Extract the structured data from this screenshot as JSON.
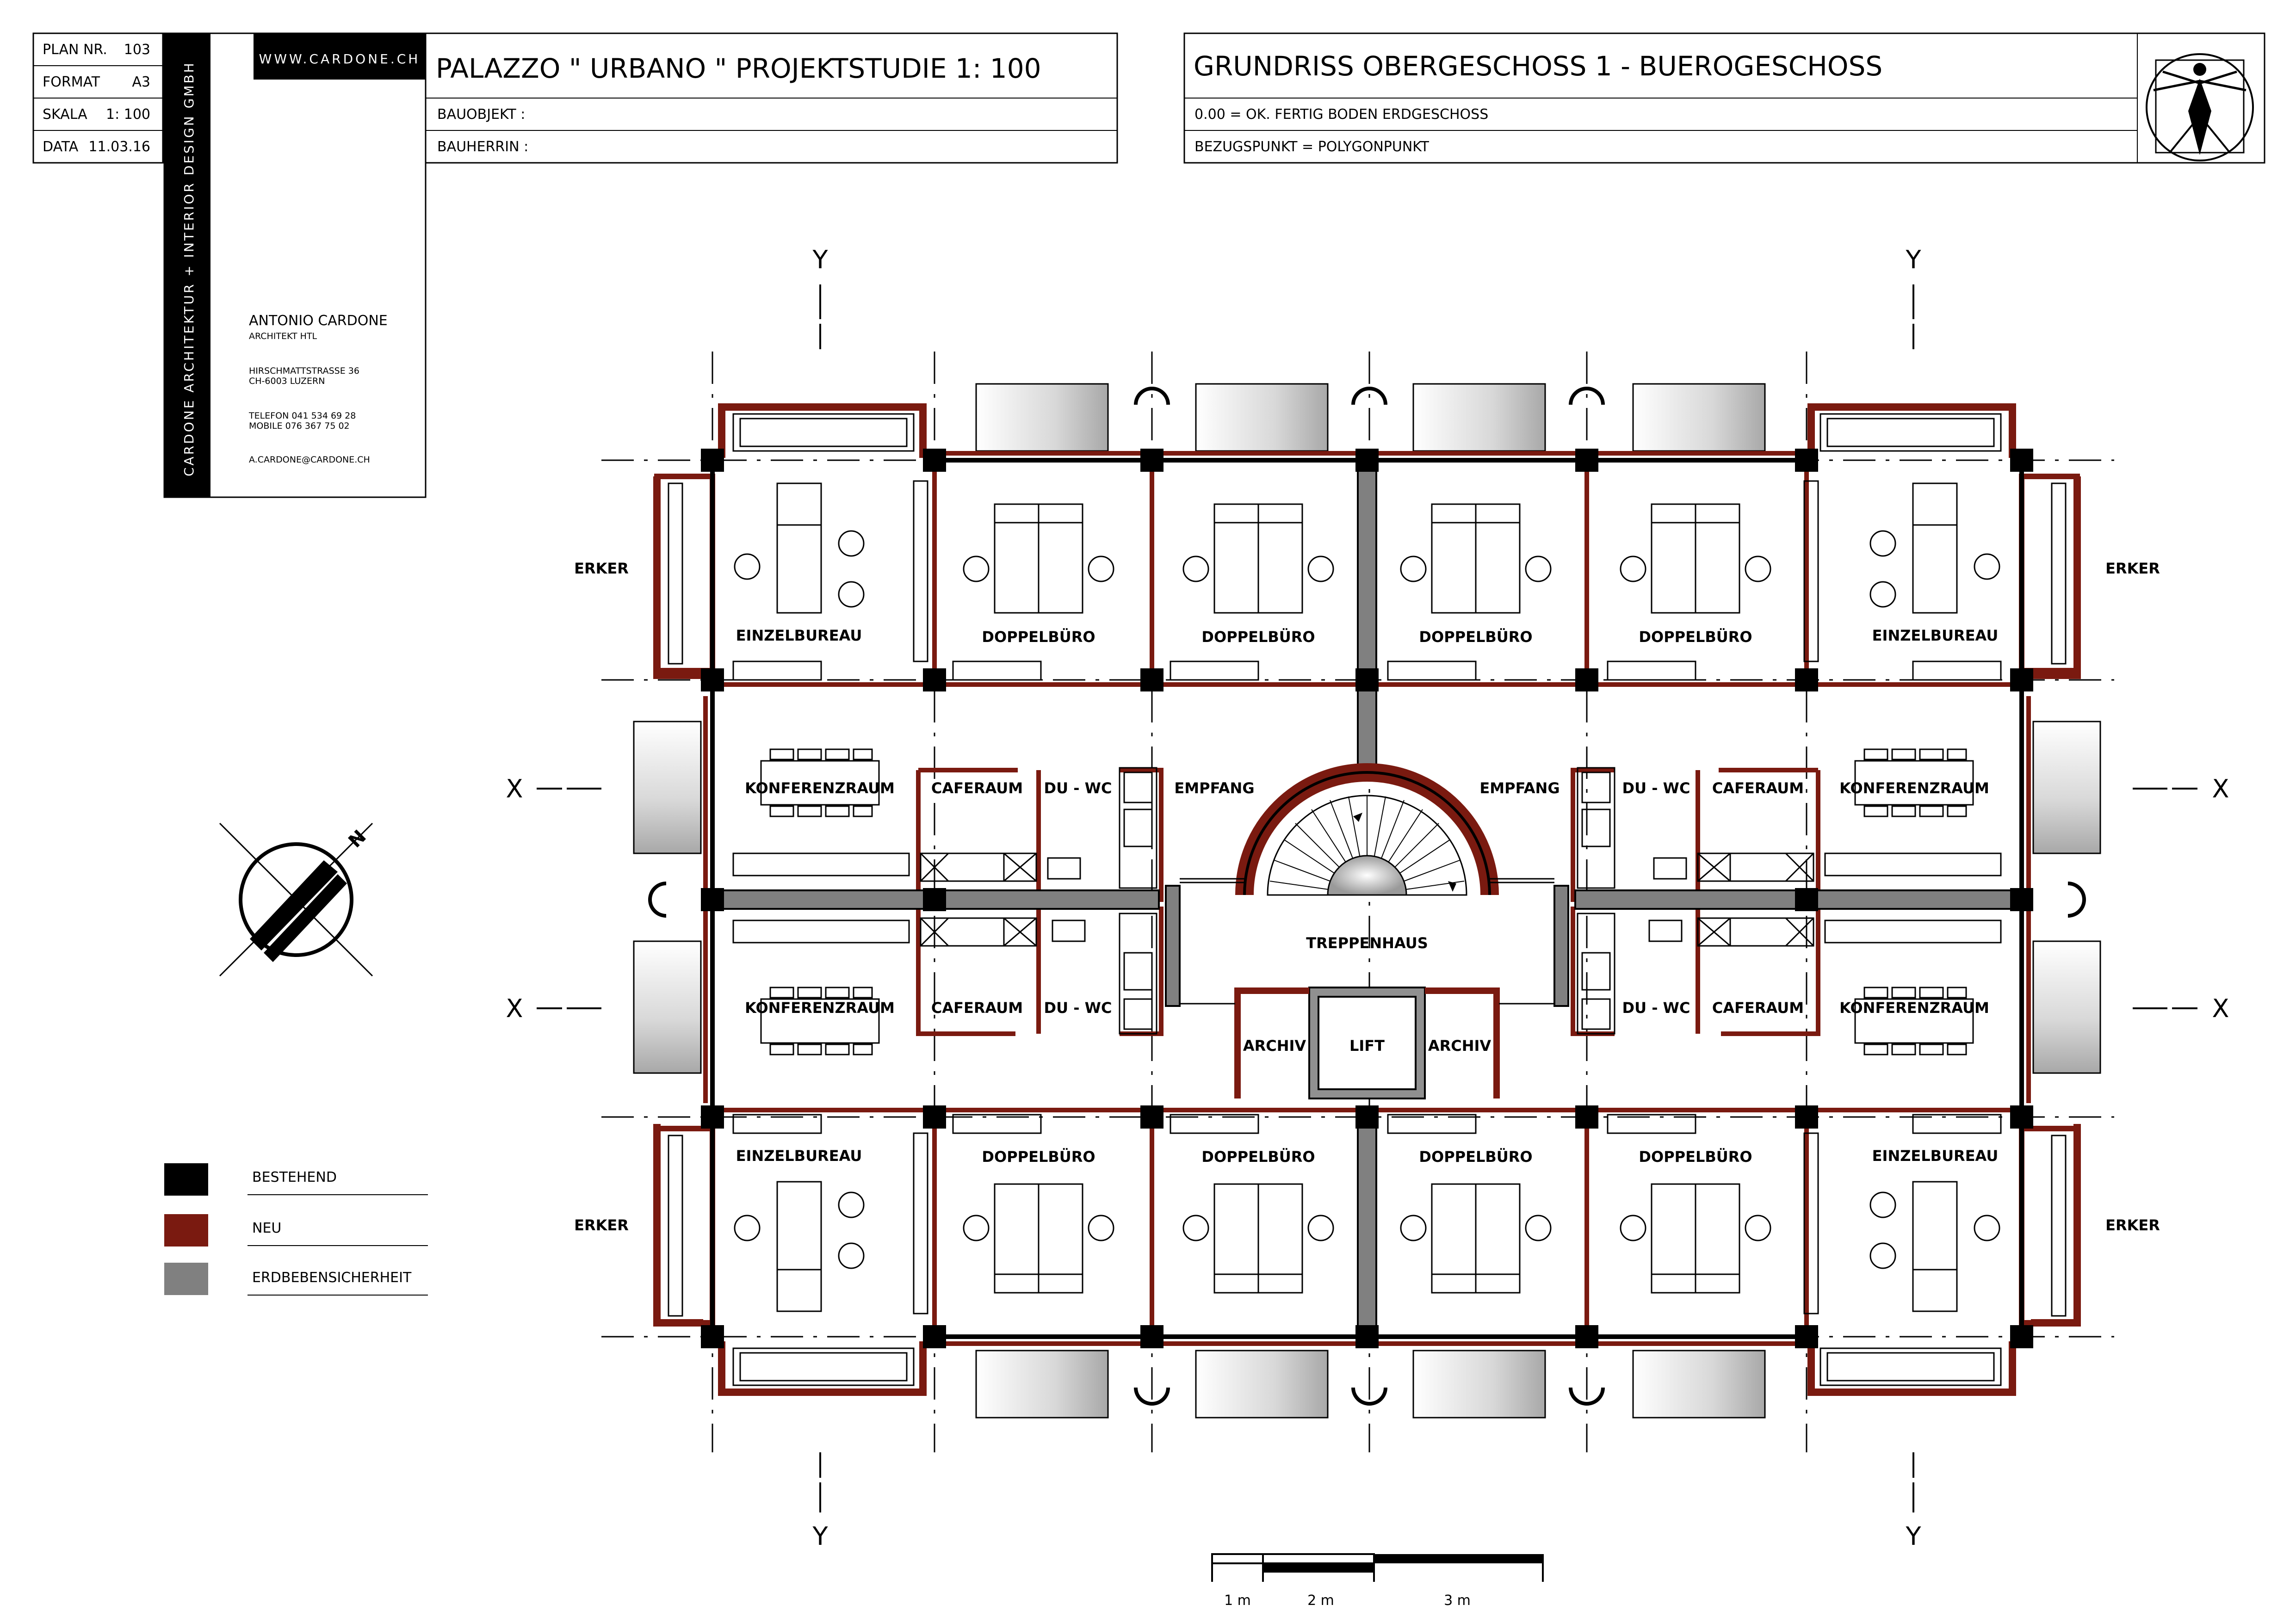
{
  "titleblock": {
    "plan_nr_label": "PLAN NR.",
    "plan_nr": "103",
    "format_label": "FORMAT",
    "format": "A3",
    "skala_label": "SKALA",
    "skala": "1: 100",
    "data_label": "DATA",
    "data": "11.03.16",
    "vertical_text": "CARDONE ARCHITEKTUR + INTERIOR DESIGN GMBH",
    "website": "WWW.CARDONE.CH",
    "name": "ANTONIO CARDONE",
    "title": "ARCHITEKT HTL",
    "street": "HIRSCHMATTSTRASSE 36",
    "city": "CH-6003 LUZERN",
    "telefon": "TELEFON 041 534 69 28",
    "mobile": "MOBILE    076 367 75 02",
    "email": "A.CARDONE@CARDONE.CH"
  },
  "project": {
    "title": "PALAZZO  \" URBANO \"  PROJEKTSTUDIE     1: 100",
    "bauobjekt": "BAUOBJEKT :",
    "bauherrin": "BAUHERRIN :"
  },
  "drawing": {
    "title": "GRUNDRISS  OBERGESCHOSS 1 - BUEROGESCHOSS",
    "line1": "0.00 = OK. FERTIG  BODEN  ERDGESCHOSS",
    "line2": "BEZUGSPUNKT = POLYGONPUNKT",
    "logo_icon": "vitruvian-man-logo"
  },
  "axes": {
    "y": "Y",
    "x": "X"
  },
  "compass": {
    "north": "N"
  },
  "rooms": {
    "einzelbureau": "EINZELBUREAU",
    "doppelbuero": "DOPPELBÜRO",
    "konferenzraum": "KONFERENZRAUM",
    "caferaum": "CAFERAUM",
    "du_wc": "DU - WC",
    "empfang": "EMPFANG",
    "treppenhaus": "TREPPENHAUS",
    "archiv": "ARCHIV",
    "lift": "LIFT",
    "erker": "ERKER"
  },
  "legend": [
    {
      "label": "BESTEHEND",
      "color": "#000000"
    },
    {
      "label": "NEU",
      "color": "#7a1a10"
    },
    {
      "label": "ERDBEBENSICHERHEIT",
      "color": "#808080"
    }
  ],
  "scalebar": {
    "labels": [
      "1 m",
      "2 m",
      "3 m"
    ]
  }
}
